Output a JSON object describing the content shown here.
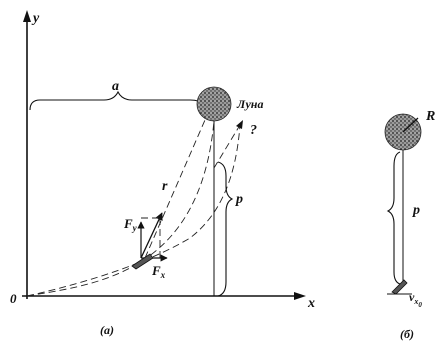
{
  "labels": {
    "y_axis": "y",
    "x_axis": "x",
    "origin": "0",
    "distance_a": "a",
    "moon": "Луна",
    "question": "?",
    "radius_vector": "r",
    "p_left": "p",
    "p_right": "p",
    "radius_R": "R",
    "force_y_main": "F",
    "force_y_sub": "y",
    "force_x_main": "F",
    "force_x_sub": "x",
    "velocity_main": "v",
    "velocity_sub": "x",
    "velocity_subsub": "0"
  },
  "captions": {
    "left": "(a)",
    "right": "(б)"
  },
  "colors": {
    "ink": "#111111",
    "moon_fill": "#555555",
    "background": "#ffffff"
  }
}
